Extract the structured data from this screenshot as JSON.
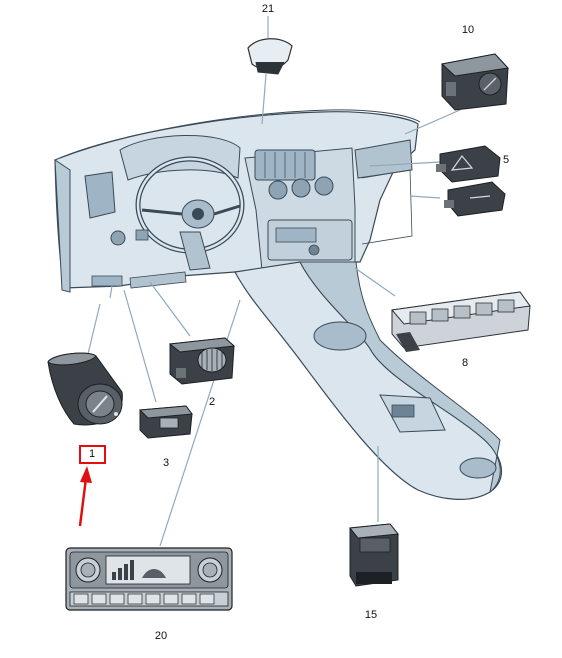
{
  "callouts": {
    "c1": "1",
    "c2": "2",
    "c3": "3",
    "c5": "5",
    "c8": "8",
    "c10": "10",
    "c15": "15",
    "c20": "20",
    "c21": "21"
  },
  "colors": {
    "dash_fill": "#dbe5ee",
    "dash_shade": "#a8bccc",
    "part_dark": "#2e3338",
    "part_mid": "#6b7278",
    "leader": "#8fa9bf",
    "highlight": "#e01010"
  },
  "highlighted_part": "1"
}
